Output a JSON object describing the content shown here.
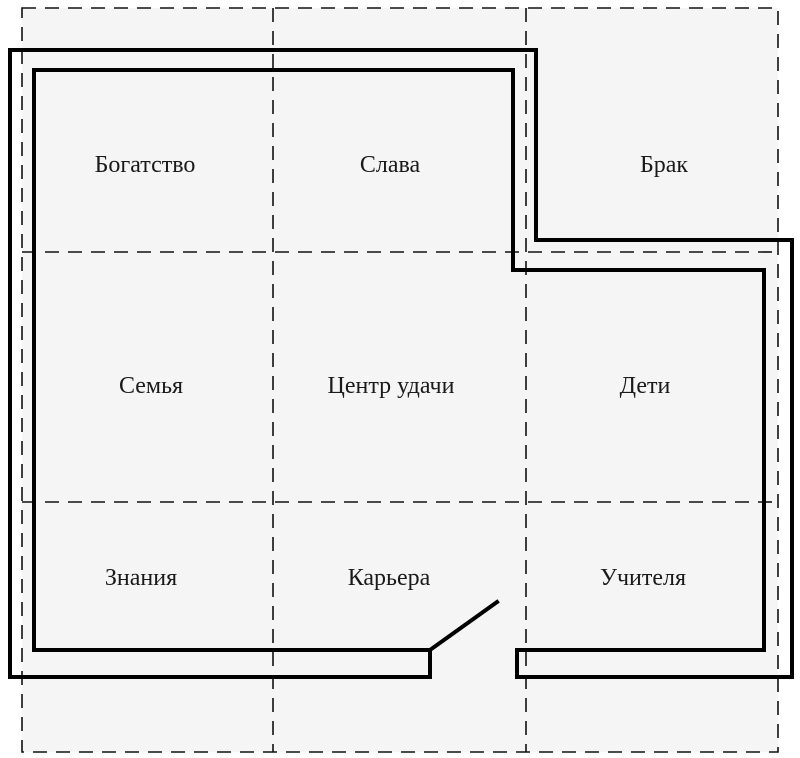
{
  "zones": [
    {
      "id": "wealth",
      "label": "Богатство"
    },
    {
      "id": "fame",
      "label": "Слава"
    },
    {
      "id": "marriage",
      "label": "Брак"
    },
    {
      "id": "family",
      "label": "Семья"
    },
    {
      "id": "center",
      "label": "Центр удачи"
    },
    {
      "id": "children",
      "label": "Дети"
    },
    {
      "id": "knowledge",
      "label": "Знания"
    },
    {
      "id": "career",
      "label": "Карьера"
    },
    {
      "id": "teachers",
      "label": "Учителя"
    }
  ],
  "colors": {
    "wall": "#000000",
    "grid_line": "#111111",
    "cell_fill": "#f5f5f5",
    "text": "#1a1a1a"
  }
}
